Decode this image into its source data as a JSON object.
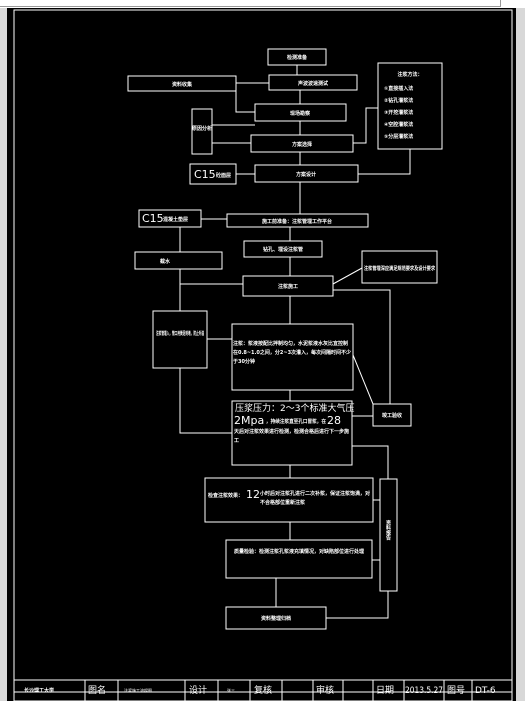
{
  "colors": {
    "background": "#000000",
    "stroke": "#ffffff",
    "chrome": "#d8d8d8"
  },
  "nodes": {
    "n1": "检测准备",
    "n2": "资料收集",
    "n3": "声波波速测试",
    "n4": "原因分析",
    "n5": "现场勘察",
    "n6": "方案选择",
    "n7": "方案设计",
    "n8": "C15",
    "n9": "砼面层",
    "n10": "注浆方法：",
    "n10_items": [
      "①直接插入法",
      "②钻孔灌浆法",
      "③开挖灌浆法",
      "④空腔灌浆法",
      "⑤分层灌浆法"
    ],
    "n11": "C15",
    "n12": "混凝土垫层",
    "n13": "施工前准备：注浆管埋工作平台",
    "n14": "钻孔、埋设注浆管",
    "n15": "截水",
    "n16": "注浆管埋深应满足规范要求及设计要求",
    "n17": "注浆施工",
    "n18": "注浆管埋入，管口用黄泥封堵，防止外溢",
    "n19": "注浆：浆液按配比拌制均匀，水泥浆液水灰比宜控制在0.8~1.0之间，分2~3次灌入，每次间隔时间不少于30分钟",
    "n20": "压浆压力：2～3个标准大气压",
    "n21": "2Mpa",
    "n22": "，持续注浆直至孔口冒浆，在",
    "n23": "28",
    "n24": "天后对注浆效果进行检测，检测合格后进行下一步施工",
    "n25": "检查注浆效果：",
    "n26": "12",
    "n27": "小时后对注浆孔进行二次补浆，保证注浆饱满，对不合格部位重新注浆",
    "n28": "质量检验：检测注浆孔浆液充填情况，对缺陷部位进行处理",
    "n29": "竣工验收",
    "n30": "资料整理归档",
    "n31": "资料报告"
  },
  "title_block": {
    "school": "长沙理工大学",
    "drawing_name_label": "图名",
    "drawing_name": "注浆施工流程图",
    "design_label": "设计",
    "designer": "张三",
    "drawn_label": "复核",
    "review_label": "审核",
    "date_label": "日期",
    "date": "2013.5.27",
    "sheet_label": "图号",
    "sheet_no": "DT-6"
  }
}
